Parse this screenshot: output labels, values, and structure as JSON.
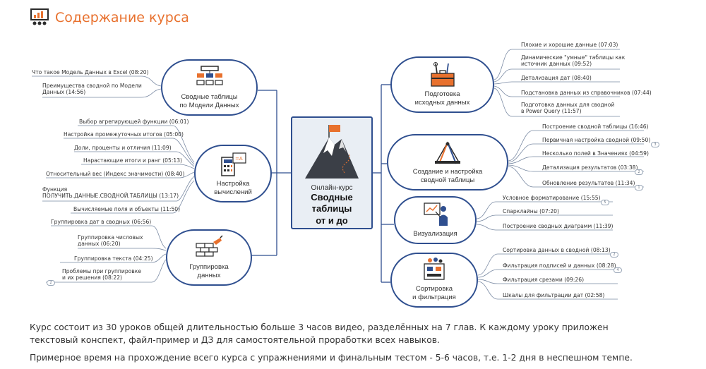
{
  "header": {
    "title": "Содержание курса",
    "icon": "presentation-chart-icon"
  },
  "center": {
    "subtitle": "Онлайн-курс",
    "title": "Сводные\nтаблицы\nот и до",
    "icon": "mountain-flag-icon"
  },
  "branches": {
    "models": {
      "label": "Сводные таблицы\nпо Модели Данных",
      "icon": "data-model-icon",
      "items": [
        "Что такое Модель Данных в Excel (08:20)",
        "Преимущества сводной по Модели\nДанных (14:56)"
      ]
    },
    "calc": {
      "label": "Настройка\nвычислений",
      "icon": "calculator-icon",
      "items": [
        "Выбор агрегирующей функции (06:01)",
        "Настройка промежуточных итогов (05:00)",
        "Доли, проценты и отличия (11:09)",
        "Нарастающие итоги и ранг (05:13)",
        "Относительный вес (Индекс значимости) (08:40)",
        "Функция\nПОЛУЧИТЬ.ДАННЫЕ.СВОДНОЙ.ТАБЛИЦЫ (13:17)",
        "Вычисляемые поля и объекты (11:50)"
      ]
    },
    "group": {
      "label": "Группировка\nданных",
      "icon": "bricks-trowel-icon",
      "items": [
        "Группировка дат в сводных (06:56)",
        "Группировка числовых\nданных (06:20)",
        "Группировка текста (04:25)",
        "Проблемы при группировке\nи их решения (08:22)"
      ],
      "badges": [
        "2"
      ]
    },
    "prep": {
      "label": "Подготовка\nисходных данных",
      "icon": "toolbox-icon",
      "items": [
        "Плохие и хорошие данные (07:03)",
        "Динамические \"умные\" таблицы как\nисточник данных (09:52)",
        "Детализация дат (08:40)",
        "Подстановка данных из справочников (07:44)",
        "Подготовка данных для сводной\nв Power Query (11:57)"
      ]
    },
    "create": {
      "label": "Создание и настройка\nсводной таблицы",
      "icon": "drafting-tools-icon",
      "items": [
        "Построение сводной таблицы (16:46)",
        "Первичная настройка сводной (09:50)",
        "Несколько полей в Значениях (04:59)",
        "Детализация результатов (03:38)",
        "Обновление результатов (11:34)"
      ],
      "badges": [
        "3",
        "2",
        "1"
      ]
    },
    "viz": {
      "label": "Визуализация",
      "icon": "presenter-icon",
      "items": [
        "Условное форматирование (15:55)",
        "Спарклайны (07:20)",
        "Построение сводных диаграмм (11:39)"
      ],
      "badges": [
        "5"
      ]
    },
    "sort": {
      "label": "Сортировка\nи фильтрация",
      "icon": "sorting-machine-icon",
      "items": [
        "Сортировка данных в сводной (08:13)",
        "Фильтрация подписей и данных (08:28)",
        "Фильтрация срезами (09:26)",
        "Шкалы для фильтрации дат (02:58)"
      ],
      "badges": [
        "2",
        "4"
      ]
    }
  },
  "text": {
    "p1": "Курс состоит из 30 уроков общей длительностью больше 3 часов видео, разделённых на 7 глав. К каждому уроку приложен текстовый конспект, файл-пример и ДЗ для самостоятельной проработки всех навыков.",
    "p2": "Примерное время на прохождение всего курса с упражнениями и финальным тестом - 5-6 часов, т.е. 1-2 дня в неспешном темпе."
  },
  "colors": {
    "accent": "#e8712e",
    "line": "#2f4f8f",
    "center_bg": "#e9eef4"
  }
}
